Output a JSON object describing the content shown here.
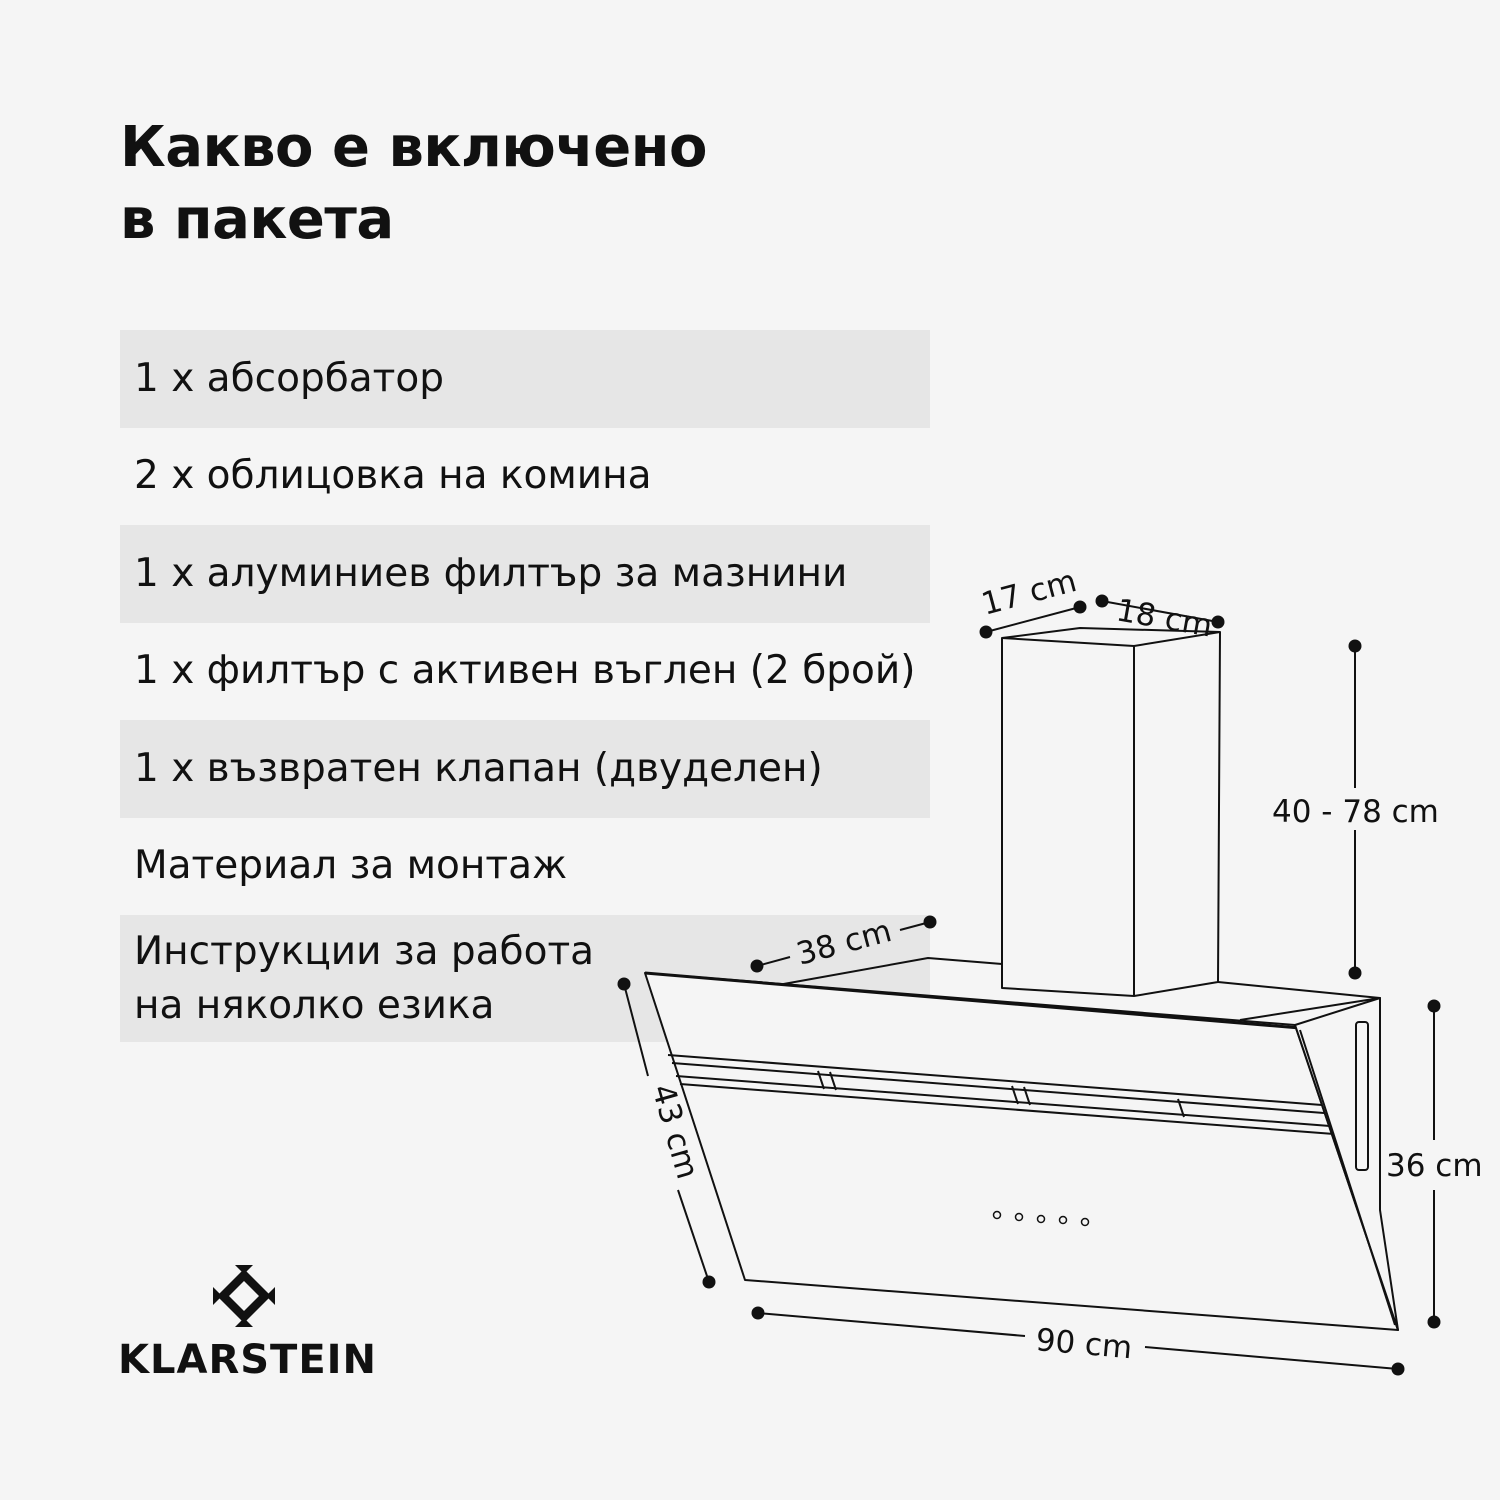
{
  "title": {
    "line1": "Какво е включено",
    "line2": "в пакета"
  },
  "items": [
    {
      "text": "1 x абсорбатор"
    },
    {
      "text": "2 x облицовка на комина"
    },
    {
      "text": "1 x алуминиев филтър за мазнини"
    },
    {
      "text": "1 x филтър с активен въглен (2 брой)"
    },
    {
      "text": "1 x възвратен клапан (двуделен)"
    },
    {
      "text": "Материал за монтаж"
    },
    {
      "line1": "Инструкции за работа",
      "line2": "на няколко езика"
    }
  ],
  "dimensions": {
    "chimney_width": "17 cm",
    "chimney_depth": "18 cm",
    "chimney_height": "40 - 78 cm",
    "hood_depth": "38 cm",
    "glass_height": "43 cm",
    "side_height": "36 cm",
    "width": "90 cm"
  },
  "brand": {
    "name": "KLARSTEIN"
  }
}
